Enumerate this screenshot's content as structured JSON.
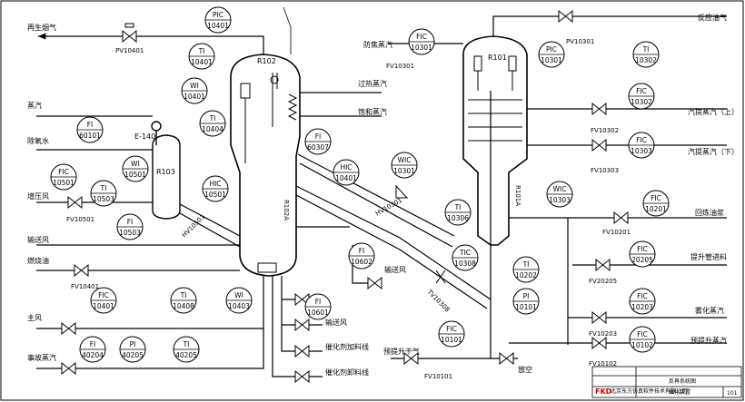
{
  "streams": [
    {
      "id": "regen_flue_gas",
      "text": "再生烟气"
    },
    {
      "id": "steam_left",
      "text": "蒸汽"
    },
    {
      "id": "deoxy_water",
      "text": "除氧水"
    },
    {
      "id": "booster_air",
      "text": "增压风"
    },
    {
      "id": "conveying_air",
      "text": "输送风"
    },
    {
      "id": "fuel_oil",
      "text": "燃烧油"
    },
    {
      "id": "main_air",
      "text": "主风"
    },
    {
      "id": "accident_steam",
      "text": "事故蒸汽"
    },
    {
      "id": "reaction_oil_gas",
      "text": "反应油气"
    },
    {
      "id": "antiscale_steam",
      "text": "防焦蒸汽"
    },
    {
      "id": "superheated_steam",
      "text": "过热蒸汽"
    },
    {
      "id": "saturated_steam",
      "text": "饱和蒸汽"
    },
    {
      "id": "stripping_steam_up",
      "text": "汽提蒸汽（上）"
    },
    {
      "id": "stripping_steam_down",
      "text": "汽提蒸汽（下）"
    },
    {
      "id": "recycle_oil",
      "text": "回炼油浆"
    },
    {
      "id": "riser_feed",
      "text": "提升管进料"
    },
    {
      "id": "atomizing_steam",
      "text": "雾化蒸汽"
    },
    {
      "id": "prelift_steam",
      "text": "预提升蒸汽"
    },
    {
      "id": "prelift_dry_gas",
      "text": "预提升干气"
    },
    {
      "id": "vent",
      "text": "放空"
    },
    {
      "id": "conveying_air_2",
      "text": "输送风"
    },
    {
      "id": "conveying_air_3",
      "text": "输送风"
    },
    {
      "id": "catalyst_add",
      "text": "催化剂加料线"
    },
    {
      "id": "catalyst_unload",
      "text": "催化剂卸料线"
    }
  ],
  "equipment": {
    "r102": "R102",
    "r101": "R101",
    "r103": "R103",
    "e140": "E-140",
    "r102_tag": "R102A",
    "r101_tag": "R101A"
  },
  "instruments": [
    {
      "id": "pic10401",
      "top": "PIC",
      "bottom": "10401"
    },
    {
      "id": "ti10401",
      "top": "TI",
      "bottom": "10401"
    },
    {
      "id": "wi10401",
      "top": "WI",
      "bottom": "10401"
    },
    {
      "id": "ti10404",
      "top": "TI",
      "bottom": "10404"
    },
    {
      "id": "fi60101",
      "top": "FI",
      "bottom": "60101"
    },
    {
      "id": "wi10501",
      "top": "WI",
      "bottom": "10501"
    },
    {
      "id": "fic10501",
      "top": "FIC",
      "bottom": "10501"
    },
    {
      "id": "ti10503",
      "top": "TI",
      "bottom": "10503"
    },
    {
      "id": "hic10501",
      "top": "HIC",
      "bottom": "10501"
    },
    {
      "id": "fi10503",
      "top": "FI",
      "bottom": "10503"
    },
    {
      "id": "fi60307",
      "top": "FI",
      "bottom": "60307"
    },
    {
      "id": "hic10401",
      "top": "HIC",
      "bottom": "10401"
    },
    {
      "id": "fi10602",
      "top": "FI",
      "bottom": "10602"
    },
    {
      "id": "fic10401",
      "top": "FIC",
      "bottom": "10401"
    },
    {
      "id": "ti10408",
      "top": "TI",
      "bottom": "10408"
    },
    {
      "id": "wi10403",
      "top": "WI",
      "bottom": "10403"
    },
    {
      "id": "fi10601",
      "top": "FI",
      "bottom": "10601"
    },
    {
      "id": "fi40204",
      "top": "FI",
      "bottom": "40204"
    },
    {
      "id": "pi40205",
      "top": "PI",
      "bottom": "40205"
    },
    {
      "id": "ti40205",
      "top": "TI",
      "bottom": "40205"
    },
    {
      "id": "fic10301",
      "top": "FIC",
      "bottom": "10301"
    },
    {
      "id": "pic10301",
      "top": "PIC",
      "bottom": "10301"
    },
    {
      "id": "ti10302",
      "top": "TI",
      "bottom": "10302"
    },
    {
      "id": "fic10302",
      "top": "FIC",
      "bottom": "10302"
    },
    {
      "id": "fic10303",
      "top": "FIC",
      "bottom": "10303"
    },
    {
      "id": "wic10301",
      "top": "WIC",
      "bottom": "10301"
    },
    {
      "id": "wic10303",
      "top": "WIC",
      "bottom": "10303"
    },
    {
      "id": "ti10306",
      "top": "TI",
      "bottom": "10306"
    },
    {
      "id": "tic10308",
      "top": "TIC",
      "bottom": "10308"
    },
    {
      "id": "ti10202",
      "top": "TI",
      "bottom": "10202"
    },
    {
      "id": "pi10101",
      "top": "PI",
      "bottom": "10101"
    },
    {
      "id": "fic10101",
      "top": "FIC",
      "bottom": "10101"
    },
    {
      "id": "fic10201",
      "top": "FIC",
      "bottom": "10201"
    },
    {
      "id": "fic20205",
      "top": "FIC",
      "bottom": "20205"
    },
    {
      "id": "fic10203",
      "top": "FIC",
      "bottom": "10203"
    },
    {
      "id": "fic10102",
      "top": "FIC",
      "bottom": "10102"
    }
  ],
  "valve_tags": {
    "pv10401": "PV10401",
    "fv10301": "FV10301",
    "pv10301": "PV10301",
    "fv10501": "FV10501",
    "hv10501": "HV10501",
    "fv10401": "FV10401",
    "fv10302": "FV10302",
    "fv10303": "FV10303",
    "hv10301": "HV10301",
    "tv10308": "TV10308",
    "fv10201": "FV10201",
    "fv20205": "FV20205",
    "fv10203": "FV10203",
    "fv10102": "FV10102",
    "fv10101": "FV10101",
    "tv10308b": "TV10308"
  },
  "title_block": {
    "logo": "FKD",
    "company": "北京东方仿真软件技术有限公司",
    "drawing": "催化装置",
    "name": "反再系统图",
    "number": "101"
  }
}
